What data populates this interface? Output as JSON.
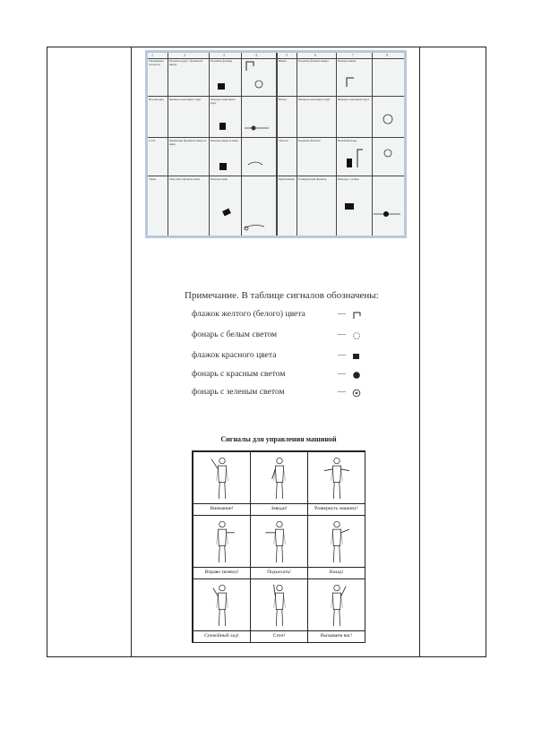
{
  "signal_table": {
    "header_numbers": [
      "1",
      "2",
      "3",
      "4",
      "5",
      "6",
      "7",
      "8"
    ],
    "rows_left": [
      {
        "name": "Уменьшить скорость",
        "text": "Поднять руку с флажком вверх",
        "night": "Поднять фонарь"
      },
      {
        "name": "Ход вперёд",
        "text": "Флажок описывает круг",
        "night": "Фонарь описывает круг"
      },
      {
        "name": "Стоп",
        "text": "Движение флажком вверх и вниз",
        "night": "Фонарь вверх и вниз"
      },
      {
        "name": "Тише",
        "text": "Опустить флажок вниз",
        "night": "Фонарь вниз"
      }
    ],
    "rows_right": [
      {
        "name": "Вверх",
        "text": "Поднять флажок вверх",
        "night": "Фонарь вверх"
      },
      {
        "name": "Назад",
        "text": "Флажок описывает круг",
        "night": "Фонарь описывает круг"
      },
      {
        "name": "Опасно",
        "text": "Поднять флажок",
        "night": "Белый фонарь"
      },
      {
        "name": "Приближение",
        "text": "Развёрнутый флажок",
        "night": "Фонарь с огнём"
      }
    ]
  },
  "legend": {
    "title": "Примечание. В таблице сигналов обозначены:",
    "rows": [
      {
        "label": "флажок желтого (белого) цвета",
        "dash": "—",
        "icon": "yellow-flag-icon"
      },
      {
        "label": "фонарь с белым светом",
        "dash": "—",
        "icon": "white-lantern-icon"
      },
      {
        "label": "флажок красного цвета",
        "dash": "—",
        "icon": "red-flag-icon"
      },
      {
        "label": "фонарь с красным светом",
        "dash": "—",
        "icon": "red-lantern-icon"
      },
      {
        "label": "фонарь с зеленым светом",
        "dash": "—",
        "icon": "green-lantern-icon"
      }
    ]
  },
  "crane": {
    "title": "Сигналы для управления машиной",
    "captions": [
      "Внимание!",
      "Заводи!",
      "Развернуть машину!",
      "Вправо (влево)!",
      "Подъехать!",
      "Назад!",
      "Спокойный ход!",
      "Стоп!",
      "Вызываем вас!"
    ]
  }
}
